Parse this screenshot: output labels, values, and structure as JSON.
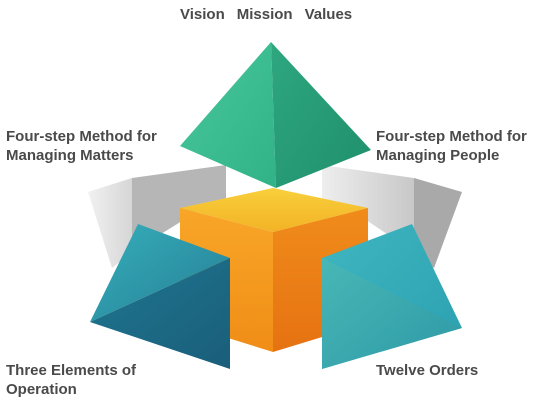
{
  "diagram": {
    "top_labels": [
      "Vision",
      "Mission",
      "Values"
    ],
    "left_top_label": [
      "Four-step Method for",
      "Managing Matters"
    ],
    "right_top_label": [
      "Four-step Method for",
      "Managing People"
    ],
    "left_bottom_label": [
      "Three Elements of",
      "Operation"
    ],
    "right_bottom_label": [
      "Twelve Orders"
    ]
  },
  "colors": {
    "pyramid_light": "#3cbf93",
    "pyramid_dark": "#27a07a",
    "cube_top": "#f6c02d",
    "cube_left": "#f39a1e",
    "cube_right": "#ec7e16",
    "teal_light": "#2f9fb0",
    "teal_dark": "#1f6d86",
    "gray_light": "#e7e7e7",
    "gray_dark": "#a8a8a8",
    "text": "#4a4a4a"
  }
}
